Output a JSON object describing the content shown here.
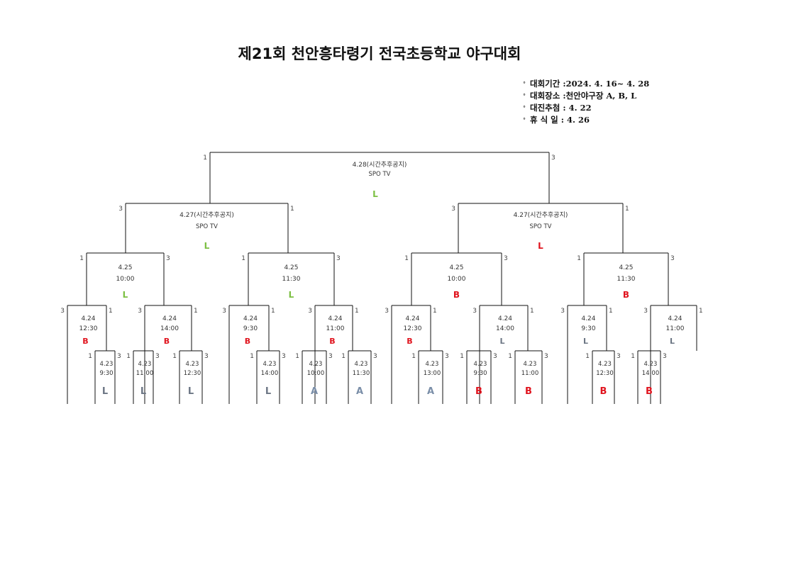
{
  "title": "제21회 천안흥타령기 전국초등학교 야구대회",
  "info": [
    {
      "bullet": "°",
      "text": "대회기간 :2024. 4. 16~ 4. 28"
    },
    {
      "bullet": "°",
      "text": "대회장소 :천안야구장 A, B, L"
    },
    {
      "bullet": "°",
      "text": "대진추첨 : 4. 22"
    },
    {
      "bullet": "°",
      "text": "휴 식 일  : 4. 26"
    }
  ],
  "colors": {
    "L_green": "#7cc043",
    "B_red": "#e0141e",
    "A_gray": "#7a8ea8",
    "L_gray": "#6c7684"
  },
  "final": {
    "date": "4.28(시간추후공지)",
    "broadcast": "SPO TV",
    "venue": "L",
    "venue_color": "green",
    "left_score": "1",
    "right_score": "3"
  },
  "semis": [
    {
      "date": "4.27(시간추후공지)",
      "broadcast": "SPO TV",
      "venue": "L",
      "venue_color": "green",
      "left_score": "3",
      "right_score": "1"
    },
    {
      "date": "4.27(시간추후공지)",
      "broadcast": "SPO TV",
      "venue": "L",
      "venue_color": "red",
      "left_score": "3",
      "right_score": "1"
    }
  ],
  "quarters": [
    {
      "date": "4.25",
      "time": "10:00",
      "venue": "L",
      "venue_color": "green",
      "left_score": "1",
      "right_score": "3"
    },
    {
      "date": "4.25",
      "time": "11:30",
      "venue": "L",
      "venue_color": "green",
      "left_score": "1",
      "right_score": "3"
    },
    {
      "date": "4.25",
      "time": "10:00",
      "venue": "B",
      "venue_color": "red",
      "left_score": "1",
      "right_score": "3"
    },
    {
      "date": "4.25",
      "time": "11:30",
      "venue": "B",
      "venue_color": "red",
      "left_score": "1",
      "right_score": "3"
    }
  ],
  "round16": [
    {
      "date": "4.24",
      "time": "12:30",
      "venue": "B",
      "venue_color": "red",
      "left_score": "3",
      "right_score": "1"
    },
    {
      "date": "4.24",
      "time": "14:00",
      "venue": "B",
      "venue_color": "red",
      "left_score": "3",
      "right_score": "1"
    },
    {
      "date": "4.24",
      "time": "9:30",
      "venue": "B",
      "venue_color": "red",
      "left_score": "3",
      "right_score": "1"
    },
    {
      "date": "4.24",
      "time": "11:00",
      "venue": "B",
      "venue_color": "red",
      "left_score": "3",
      "right_score": "1"
    },
    {
      "date": "4.24",
      "time": "12:30",
      "venue": "B",
      "venue_color": "red",
      "left_score": "3",
      "right_score": "1"
    },
    {
      "date": "4.24",
      "time": "14:00",
      "venue": "L",
      "venue_color": "gray",
      "left_score": "3",
      "right_score": "1"
    },
    {
      "date": "4.24",
      "time": "9:30",
      "venue": "L",
      "venue_color": "gray",
      "left_score": "3",
      "right_score": "1"
    },
    {
      "date": "4.24",
      "time": "11:00",
      "venue": "L",
      "venue_color": "gray",
      "left_score": "3",
      "right_score": "1"
    }
  ],
  "round32": [
    {
      "date": "4.23",
      "time": "9:30",
      "venue": "L",
      "venue_color": "gray",
      "left_score": "1",
      "right_score": "3"
    },
    {
      "date": "4.23",
      "time": "11:00",
      "venue": "L",
      "venue_color": "gray",
      "left_score": "1",
      "right_score": "3"
    },
    {
      "date": "4.23",
      "time": "12:30",
      "venue": "L",
      "venue_color": "gray",
      "left_score": "1",
      "right_score": "3"
    },
    {
      "date": "4.23",
      "time": "14:00",
      "venue": "L",
      "venue_color": "gray",
      "left_score": "1",
      "right_score": "3"
    },
    {
      "date": "4.23",
      "time": "10:00",
      "venue": "A",
      "venue_color": "agray",
      "left_score": "1",
      "right_score": "3"
    },
    {
      "date": "4.23",
      "time": "11:30",
      "venue": "A",
      "venue_color": "agray",
      "left_score": "1",
      "right_score": "3"
    },
    {
      "date": "4.23",
      "time": "13:00",
      "venue": "A",
      "venue_color": "agray",
      "left_score": "1",
      "right_score": "3"
    },
    {
      "date": "4.23",
      "time": "9:30",
      "venue": "B",
      "venue_color": "red",
      "left_score": "1",
      "right_score": "3"
    },
    {
      "date": "4.23",
      "time": "11:00",
      "venue": "B",
      "venue_color": "red",
      "left_score": "1",
      "right_score": "3"
    },
    {
      "date": "4.23",
      "time": "12:30",
      "venue": "B",
      "venue_color": "red",
      "left_score": "1",
      "right_score": "3"
    },
    {
      "date": "4.23",
      "time": "14:00",
      "venue": "B",
      "venue_color": "red",
      "left_score": "1",
      "right_score": "3"
    }
  ]
}
